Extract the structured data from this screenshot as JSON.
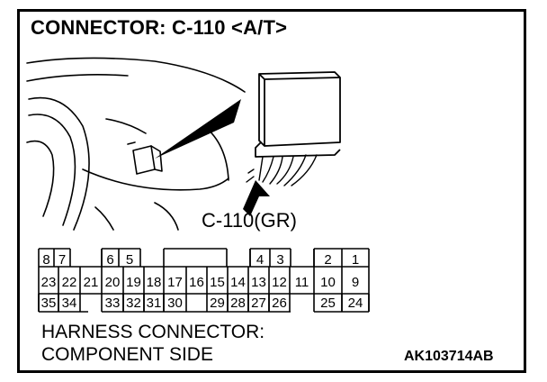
{
  "diagram": {
    "title": "CONNECTOR: C-110 <A/T>",
    "callout_label": "C-110(GR)",
    "caption_line1": "HARNESS CONNECTOR:",
    "caption_line2": "COMPONENT SIDE",
    "figure_code": "AK103714AB"
  },
  "connector": {
    "row1": [
      "8",
      "7",
      "6",
      "5",
      "4",
      "3",
      "2",
      "1"
    ],
    "row2": [
      "23",
      "22",
      "21",
      "20",
      "19",
      "18",
      "17",
      "16",
      "15",
      "14",
      "13",
      "12",
      "11",
      "10",
      "9"
    ],
    "row3": [
      "35",
      "34",
      "33",
      "32",
      "31",
      "30",
      "29",
      "28",
      "27",
      "26",
      "25",
      "24"
    ]
  }
}
